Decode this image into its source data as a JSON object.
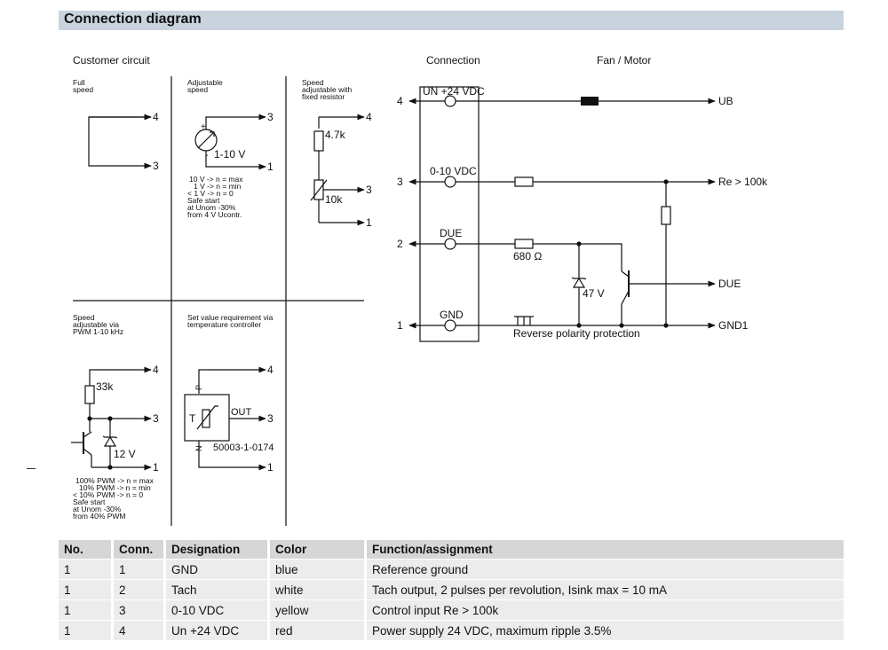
{
  "header": {
    "title": "Connection diagram"
  },
  "customer": {
    "title": "Customer circuit",
    "panels": {
      "full": {
        "caption": [
          "Full",
          "speed"
        ],
        "pins": [
          "4",
          "3"
        ]
      },
      "adjustable": {
        "caption": [
          "Adjustable",
          "speed"
        ],
        "pins": [
          "3",
          "1"
        ],
        "source_label": "1-10 V",
        "plus": "+",
        "minus": "-",
        "notes": [
          "10 V -> n = max",
          "1 V -> n = min",
          "< 1 V -> n = 0",
          "Safe start",
          "at Unom -30%",
          "from 4 V Ucontr."
        ]
      },
      "resistor": {
        "caption": [
          "Speed",
          "adjustable with",
          "fixed resistor"
        ],
        "pins": [
          "4",
          "3",
          "1"
        ],
        "r_fixed": "4.7k",
        "r_pot": "10k"
      },
      "pwm": {
        "caption": [
          "Speed",
          "adjustable via",
          "PWM 1-10 kHz"
        ],
        "pins": [
          "4",
          "3",
          "1"
        ],
        "r_label": "33k",
        "zener_label": "12 V",
        "notes": [
          "100% PWM -> n = max",
          "10% PWM -> n = min",
          "< 10% PWM -> n = 0",
          "Safe start",
          "at Unom -30%",
          "from 40% PWM"
        ]
      },
      "temp": {
        "caption": [
          "Set value requirement via",
          "temperature controller"
        ],
        "pins": [
          "4",
          "3",
          "1"
        ],
        "p_label": "P",
        "n_label": "N",
        "t_label": "T",
        "out_label": "OUT",
        "part": "50003-1-0174"
      }
    }
  },
  "connection": {
    "title": "Connection",
    "rows": [
      {
        "pin": "4",
        "label": "UN +24 VDC"
      },
      {
        "pin": "3",
        "label": "0-10 VDC"
      },
      {
        "pin": "2",
        "label": "DUE"
      },
      {
        "pin": "1",
        "label": "GND"
      }
    ]
  },
  "fan": {
    "title": "Fan / Motor",
    "outputs": [
      "UB",
      "Re > 100k",
      "DUE",
      "GND1"
    ],
    "r_label": "680 Ω",
    "zener_label": "47 V",
    "protection_label": "Reverse polarity protection"
  },
  "table": {
    "headers": [
      "No.",
      "Conn.",
      "Designation",
      "Color",
      "Function/assignment"
    ],
    "rows": [
      [
        "1",
        "1",
        "GND",
        "blue",
        "Reference ground"
      ],
      [
        "1",
        "2",
        "Tach",
        "white",
        "Tach output, 2 pulses per revolution, Isink max = 10 mA"
      ],
      [
        "1",
        "3",
        "0-10 VDC",
        "yellow",
        "Control input Re > 100k"
      ],
      [
        "1",
        "4",
        "Un +24 VDC",
        "red",
        "Power supply 24 VDC, maximum ripple 3.5%"
      ]
    ]
  },
  "colors": {
    "title_bar": "#c9d3de",
    "header_cell": "#d6d6d6",
    "body_cell": "#ececec",
    "line": "#111111"
  }
}
